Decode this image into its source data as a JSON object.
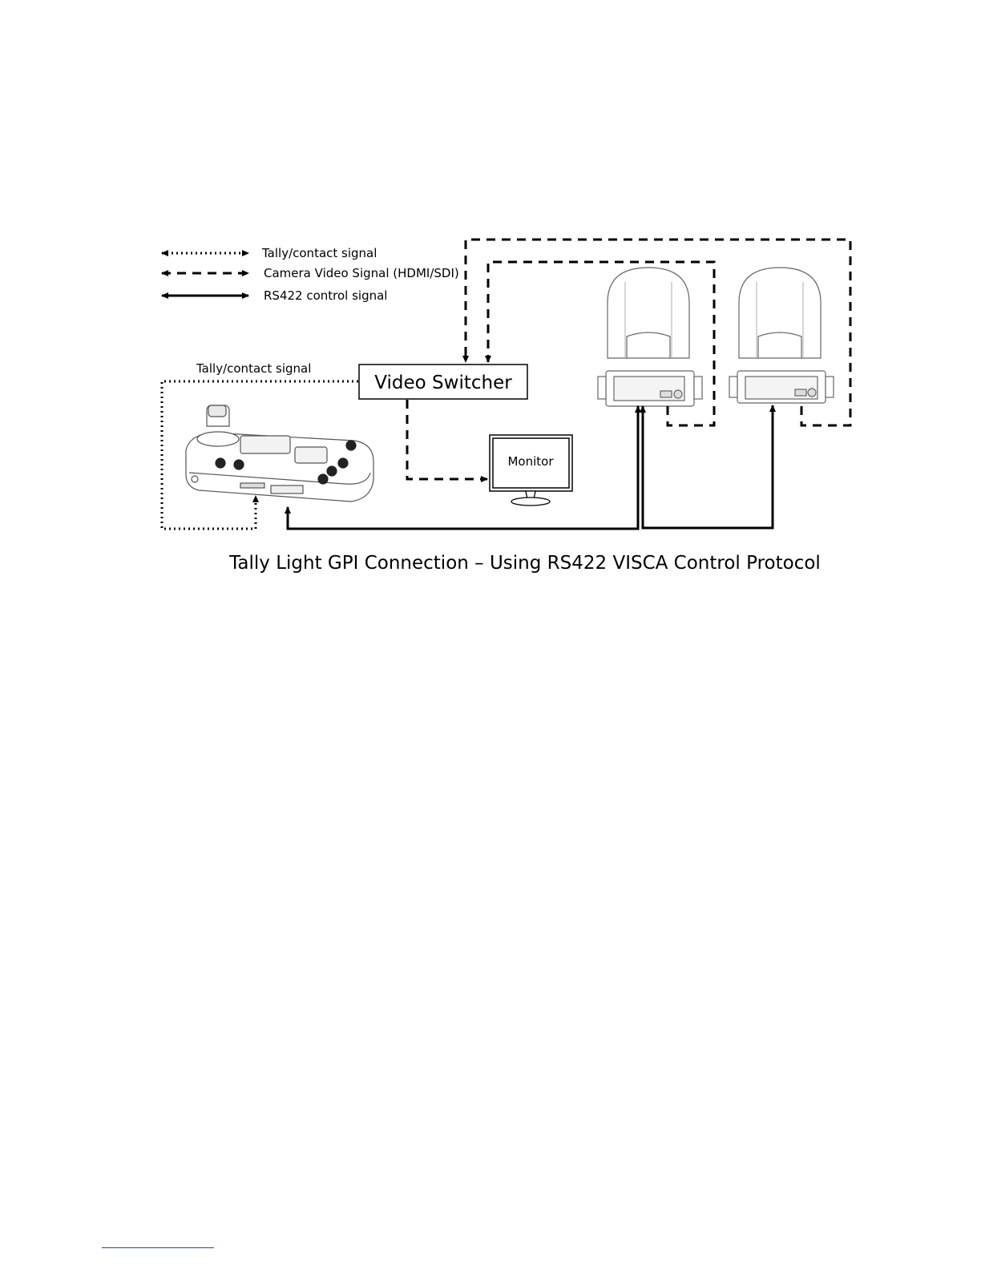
{
  "legend": [
    {
      "id": "tally",
      "label": "Tally/contact signal",
      "style": "dotted"
    },
    {
      "id": "video",
      "label": "Camera Video Signal (HDMI/SDI)",
      "style": "dashed"
    },
    {
      "id": "rs422",
      "label": "RS422 control signal",
      "style": "solid"
    }
  ],
  "nodes": {
    "video_switcher": "Video Switcher",
    "monitor": "Monitor",
    "tally_link_label": "Tally/contact signal"
  },
  "caption": "Tally Light GPI Connection – Using RS422 VISCA Control Protocol",
  "colors": {
    "line": "#000000",
    "device_outline": "#555555",
    "footnote_rule": "#1a4fa0"
  }
}
